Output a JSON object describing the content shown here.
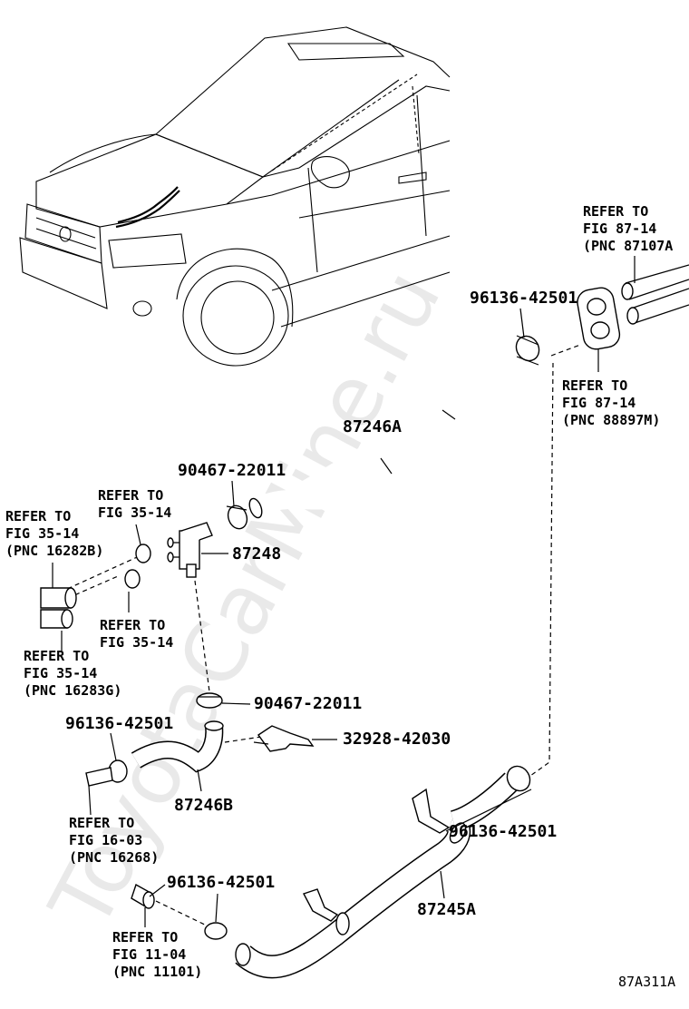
{
  "watermark": "ToyotaCarMine.ru",
  "figure_code": "87A311A",
  "part_numbers": {
    "hose_87246a": "87246A",
    "hose_87246b": "87246B",
    "hose_87245a": "87245A",
    "valve_87248": "87248"
  },
  "callouts": {
    "clamp_top": "96136-42501",
    "clamp_valve_upper": "90467-22011",
    "clamp_mid": "90467-22011",
    "clamp_left_mid": "96136-42501",
    "bracket": "32928-42030",
    "clamp_right_low": "96136-42501",
    "clamp_bottom": "96136-42501"
  },
  "refs": {
    "r8714a": [
      "REFER TO",
      "FIG 87-14",
      "(PNC 87107A"
    ],
    "r8714b": [
      "REFER TO",
      "FIG 87-14",
      "(PNC 88897M)"
    ],
    "r3514_top": [
      "REFER TO",
      "FIG 35-14"
    ],
    "r3514_left": [
      "REFER TO",
      "FIG 35-14",
      "(PNC 16282B)"
    ],
    "r3514_mid": [
      "REFER TO",
      "FIG 35-14"
    ],
    "r3514_low": [
      "REFER TO",
      "FIG 35-14",
      "(PNC 16283G)"
    ],
    "r1603": [
      "REFER TO",
      "FIG 16-03",
      "(PNC 16268)"
    ],
    "r1104": [
      "REFER TO",
      "FIG 11-04",
      "(PNC 11101)"
    ]
  }
}
